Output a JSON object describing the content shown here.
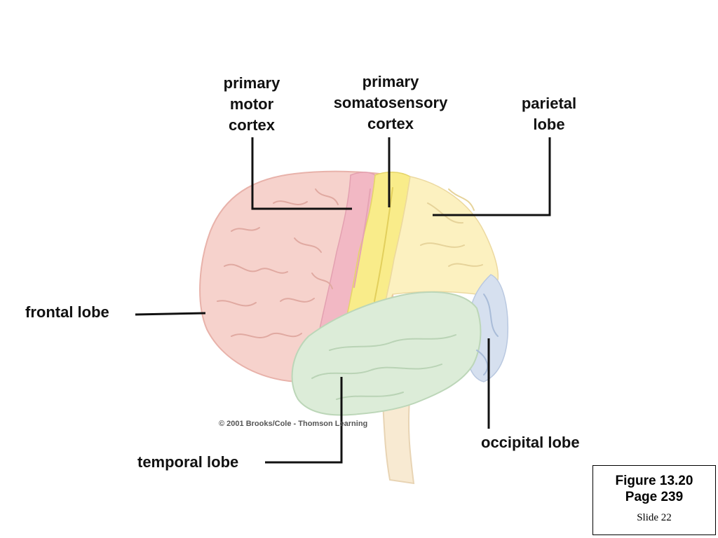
{
  "labels": {
    "primary_motor_cortex": "primary\nmotor\ncortex",
    "primary_somatosensory_cortex": "primary\nsomatosensory\ncortex",
    "parietal_lobe": "parietal\nlobe",
    "frontal_lobe": "frontal lobe",
    "occipital_lobe": "occipital lobe",
    "temporal_lobe": "temporal lobe"
  },
  "copyright": "© 2001 Brooks/Cole - Thomson Learning",
  "figure_box": {
    "figure": "Figure 13.20",
    "page": "Page 239",
    "slide": "Slide 22"
  },
  "colors": {
    "frontal": "#f6d2cc",
    "motor": "#f2b8c4",
    "somatosensory": "#f9ec8a",
    "parietal": "#fcf1c0",
    "temporal": "#dcecd8",
    "occipital": "#d6e0ef",
    "brainstem": "#f8ead2",
    "leader_line": "#111111"
  }
}
